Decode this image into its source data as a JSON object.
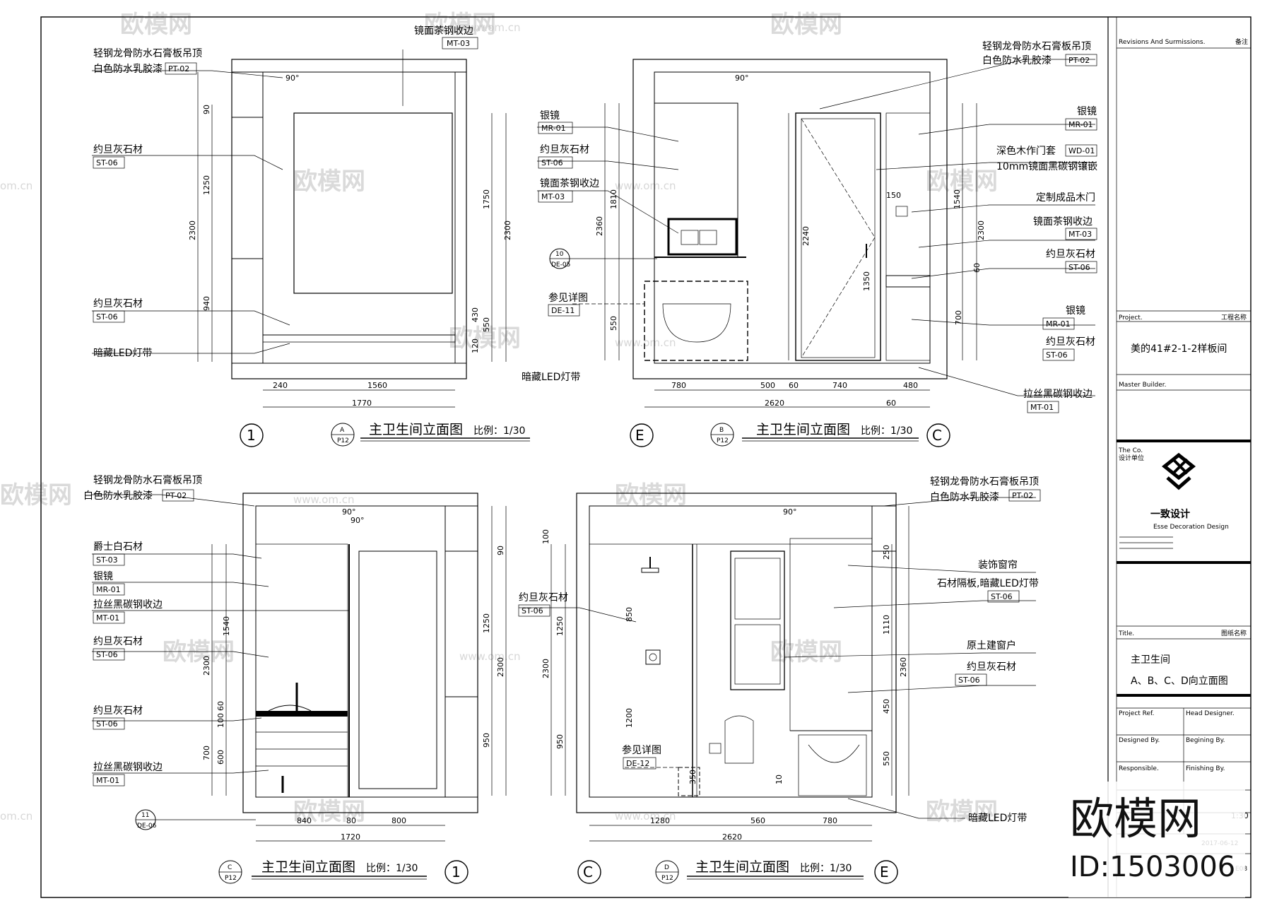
{
  "watermark": {
    "text": "欧模网",
    "url": "www.om.cn",
    "url_short": "om.cn"
  },
  "corner_brand": {
    "name": "欧模网",
    "id": "ID:1503006"
  },
  "title_block": {
    "revisions": "Revisions And Surmissions.",
    "remarks": "备注",
    "project_label": "Project.",
    "project_label_cn": "工程名称",
    "project_name": "美的41#2-1-2样板间",
    "master_builder": "Master Builder.",
    "company_en": "The Co.",
    "company_cn": "设计单位",
    "logo_text": "一致设计",
    "logo_en": "Esse Decoration Design",
    "title_label": "Title.",
    "title_label_cn": "图纸名称",
    "drawing_title_1": "主卫生间",
    "drawing_title_2": "A、B、C、D向立面图",
    "project_ref": "Project Ref.",
    "head_designer": "Head Designer.",
    "designed_by": "Designed By.",
    "begining_by": "Begining By.",
    "responsible": "Responsible.",
    "finishing_by": "Finishing By.",
    "scale": "1:30",
    "date": "2017-06-12",
    "drawing_no": "E08"
  },
  "views": {
    "a": {
      "title": "主卫生间立面图",
      "scale": "比例：1/30",
      "ref": "A",
      "sheet": "P12",
      "axis_left": "1",
      "notes": {
        "ceiling_1": "轻钢龙骨防水石膏板吊顶",
        "ceiling_2": "白色防水乳胶漆",
        "ceiling_code": "PT-02",
        "edge": "镜面茶钢收边",
        "edge_code": "MT-03",
        "stone_1": "约旦灰石材",
        "stone_1_code": "ST-06",
        "stone_2": "约旦灰石材",
        "stone_2_code": "ST-06",
        "led": "暗藏LED灯带"
      },
      "angle": "90°",
      "dims_left": [
        "90",
        "1250",
        "940",
        "2300"
      ],
      "dims_right": [
        "1750",
        "2300",
        "430",
        "550",
        "120"
      ],
      "dims_bottom": [
        "240",
        "1560",
        "1770"
      ]
    },
    "b": {
      "title": "主卫生间立面图",
      "scale": "比例：1/30",
      "ref": "B",
      "sheet": "P12",
      "axis_left": "E",
      "axis_right": "C",
      "notes": {
        "mirror": "银镜",
        "mirror_code": "MR-01",
        "stone": "约旦灰石材",
        "stone_code": "ST-06",
        "edge": "镜面茶钢收边",
        "edge_code": "MT-03",
        "detail": "参见详图",
        "detail_code": "DE-11",
        "detail_ref": "10",
        "detail_ref_sheet": "DE-05",
        "led": "暗藏LED灯带",
        "ceiling_1": "轻钢龙骨防水石膏板吊顶",
        "ceiling_2": "白色防水乳胶漆",
        "ceiling_code": "PT-02",
        "mirror_r": "银镜",
        "mirror_r_code": "MR-01",
        "door_frame": "深色木作门套",
        "door_frame_code": "WD-01",
        "inlay": "10mm镜面黑碳钢镶嵌",
        "door": "定制成品木门",
        "edge_r": "镜面茶钢收边",
        "edge_r_code": "MT-03",
        "stone_r": "约旦灰石材",
        "stone_r_code": "ST-06",
        "mirror_r2": "银镜",
        "mirror_r2_code": "MR-01",
        "stone_r2": "约旦灰石材",
        "stone_r2_code": "ST-06",
        "steel": "拉丝黑碳钢收边",
        "steel_code": "MT-01"
      },
      "angle": "90°",
      "dims_left": [
        "1810",
        "2360",
        "550"
      ],
      "dims_mid": [
        "2240",
        "1350"
      ],
      "dims_right": [
        "150",
        "1540",
        "2300",
        "60",
        "700"
      ],
      "dims_bottom": [
        "780",
        "500",
        "60",
        "740",
        "480",
        "2620",
        "60"
      ]
    },
    "c": {
      "title": "主卫生间立面图",
      "scale": "比例：1/30",
      "ref": "C",
      "sheet": "P12",
      "axis_right": "1",
      "notes": {
        "ceiling_1": "轻钢龙骨防水石膏板吊顶",
        "ceiling_2": "白色防水乳胶漆",
        "ceiling_code": "PT-02",
        "jazz": "爵士白石材",
        "jazz_code": "ST-03",
        "mirror": "银镜",
        "mirror_code": "MR-01",
        "steel": "拉丝黑碳钢收边",
        "steel_code": "MT-01",
        "stone_1": "约旦灰石材",
        "stone_1_code": "ST-06",
        "stone_2": "约旦灰石材",
        "stone_2_code": "ST-06",
        "steel_2": "拉丝黑碳钢收边",
        "steel_2_code": "MT-01",
        "detail_ref": "11",
        "detail_ref_sheet": "DE-06"
      },
      "angles": [
        "90°",
        "90°"
      ],
      "dims_left": [
        "1540",
        "2300",
        "60",
        "100",
        "700",
        "600"
      ],
      "dims_right": [
        "90",
        "1250",
        "2300",
        "950"
      ],
      "dims_bottom": [
        "840",
        "80",
        "800",
        "1720"
      ]
    },
    "d": {
      "title": "主卫生间立面图",
      "scale": "比例：1/30",
      "ref": "D",
      "sheet": "P12",
      "axis_left": "C",
      "axis_right": "E",
      "notes": {
        "ceiling_1": "轻钢龙骨防水石膏板吊顶",
        "ceiling_2": "白色防水乳胶漆",
        "ceiling_code": "PT-02",
        "stone": "约旦灰石材",
        "stone_code": "ST-06",
        "curtain": "装饰窗帘",
        "shelf": "石材隔板,暗藏LED灯带",
        "shelf_code": "ST-06",
        "window": "原土建窗户",
        "stone_r": "约旦灰石材",
        "stone_r_code": "ST-06",
        "detail": "参见详图",
        "detail_code": "DE-12",
        "led": "暗藏LED灯带"
      },
      "angle": "90°",
      "dims_left": [
        "100",
        "1250",
        "2300",
        "950"
      ],
      "dims_inner": [
        "850",
        "1200",
        "350"
      ],
      "dims_right": [
        "250",
        "1110",
        "2360",
        "450",
        "550",
        "10"
      ],
      "dims_bottom": [
        "1280",
        "560",
        "780",
        "2620"
      ]
    }
  }
}
